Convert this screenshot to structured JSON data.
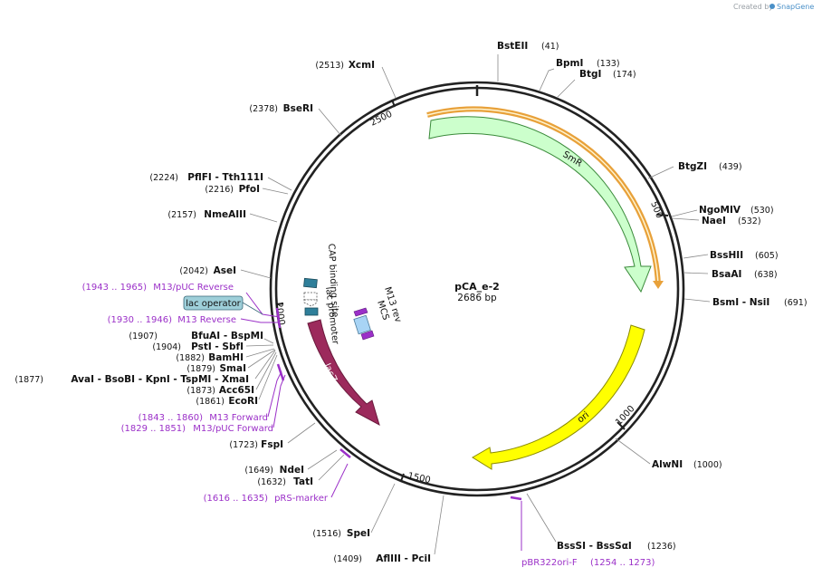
{
  "credit": {
    "prefix": "Created by",
    "brand": "SnapGene"
  },
  "plasmid": {
    "name": "pCA_e-2",
    "size": "2686 bp"
  },
  "ruler": [
    "500",
    "1000",
    "1500",
    "2000",
    "2500"
  ],
  "features": {
    "smr": "SmR",
    "ori": "ori",
    "lacza": "lacZα",
    "lac_operator": "lac operator",
    "cap_site": "CAP binding site",
    "lac_promoter": "lac promoter",
    "m13_rev": "M13 rev",
    "mcs": "MCS"
  },
  "sites": [
    {
      "name": "BstEII",
      "pos": "(41)"
    },
    {
      "name": "BpmI",
      "pos": "(133)"
    },
    {
      "name": "BtgI",
      "pos": "(174)"
    },
    {
      "name": "BtgZI",
      "pos": "(439)"
    },
    {
      "name": "NgoMIV",
      "pos": "(530)"
    },
    {
      "name": "NaeI",
      "pos": "(532)"
    },
    {
      "name": "BssHII",
      "pos": "(605)"
    },
    {
      "name": "BsaAI",
      "pos": "(638)"
    },
    {
      "name": "BsmI - NsiI",
      "pos": "(691)"
    },
    {
      "name": "AlwNI",
      "pos": "(1000)"
    },
    {
      "name": "BssSI - BssSαI",
      "pos": "(1236)"
    },
    {
      "name": "AflIII - PciI",
      "pos": "(1409)"
    },
    {
      "name": "SpeI",
      "pos": "(1516)"
    },
    {
      "name": "TatI",
      "pos": "(1632)"
    },
    {
      "name": "NdeI",
      "pos": "(1649)"
    },
    {
      "name": "FspI",
      "pos": "(1723)"
    },
    {
      "name": "EcoRI",
      "pos": "(1861)"
    },
    {
      "name": "Acc65I",
      "pos": "(1873)"
    },
    {
      "name": "AvaI - BsoBI - KpnI - TspMI - XmaI",
      "pos": "(1877)"
    },
    {
      "name": "SmaI",
      "pos": "(1879)"
    },
    {
      "name": "BamHI",
      "pos": "(1882)"
    },
    {
      "name": "PstI - SbfI",
      "pos": "(1904)"
    },
    {
      "name": "BfuAI - BspMI",
      "pos": "(1907)"
    },
    {
      "name": "AseI",
      "pos": "(2042)"
    },
    {
      "name": "NmeAIII",
      "pos": "(2157)"
    },
    {
      "name": "PfoI",
      "pos": "(2216)"
    },
    {
      "name": "PflFI - Tth111I",
      "pos": "(2224)"
    },
    {
      "name": "BseRI",
      "pos": "(2378)"
    },
    {
      "name": "XcmI",
      "pos": "(2513)"
    }
  ],
  "primers": [
    {
      "name": "M13/pUC Reverse",
      "range": "(1943 .. 1965)"
    },
    {
      "name": "M13 Reverse",
      "range": "(1930 .. 1946)"
    },
    {
      "name": "M13 Forward",
      "range": "(1843 .. 1860)"
    },
    {
      "name": "M13/pUC Forward",
      "range": "(1829 .. 1851)"
    },
    {
      "name": "pRS-marker",
      "range": "(1616 .. 1635)"
    },
    {
      "name": "pBR322ori-F",
      "range": "(1254 .. 1273)"
    }
  ],
  "colors": {
    "smr": "#ccffcc",
    "ori": "#ffff00",
    "lacza": "#9c2a5c",
    "primer": "#9b30c8",
    "operator": "#9ecfd9",
    "promoter": "#2f7f9a",
    "orange": "#e8a13a"
  }
}
